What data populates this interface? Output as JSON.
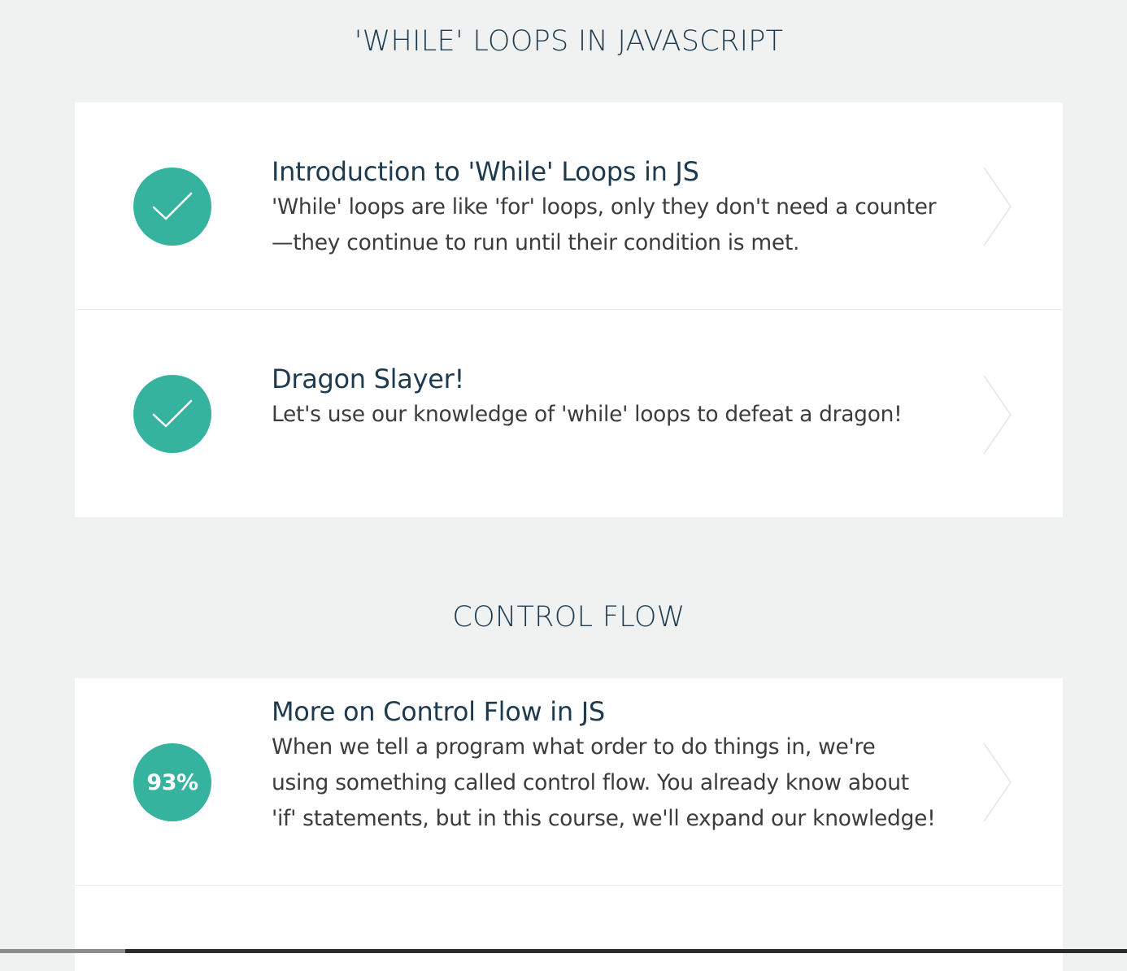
{
  "sections": [
    {
      "title": "'WHILE' LOOPS IN JAVASCRIPT",
      "lessons": [
        {
          "title": "Introduction to 'While' Loops in JS",
          "description": "'While' loops are like 'for' loops, only they don't need a counter—they continue to run until their condition is met.",
          "status": "completed",
          "status_icon": "check-icon"
        },
        {
          "title": "Dragon Slayer!",
          "description": "Let's use our knowledge of 'while' loops to defeat a dragon!",
          "status": "completed",
          "status_icon": "check-icon"
        }
      ]
    },
    {
      "title": "CONTROL FLOW",
      "lessons": [
        {
          "title": "More on Control Flow in JS",
          "description": "When we tell a program what order to do things in, we're using something called control flow. You already know about 'if' statements, but in this course, we'll expand our knowledge!",
          "status": "in-progress",
          "progress_label": "93%",
          "progress": 0.93
        }
      ]
    }
  ],
  "colors": {
    "accent": "#35b39f",
    "heading": "#1e3a4f",
    "body_text": "#3c3c3c",
    "page_background": "#f0f2f1",
    "card_background": "#ffffff"
  },
  "icons": {
    "navigate": "chevron-right-icon",
    "completed": "check-icon"
  }
}
